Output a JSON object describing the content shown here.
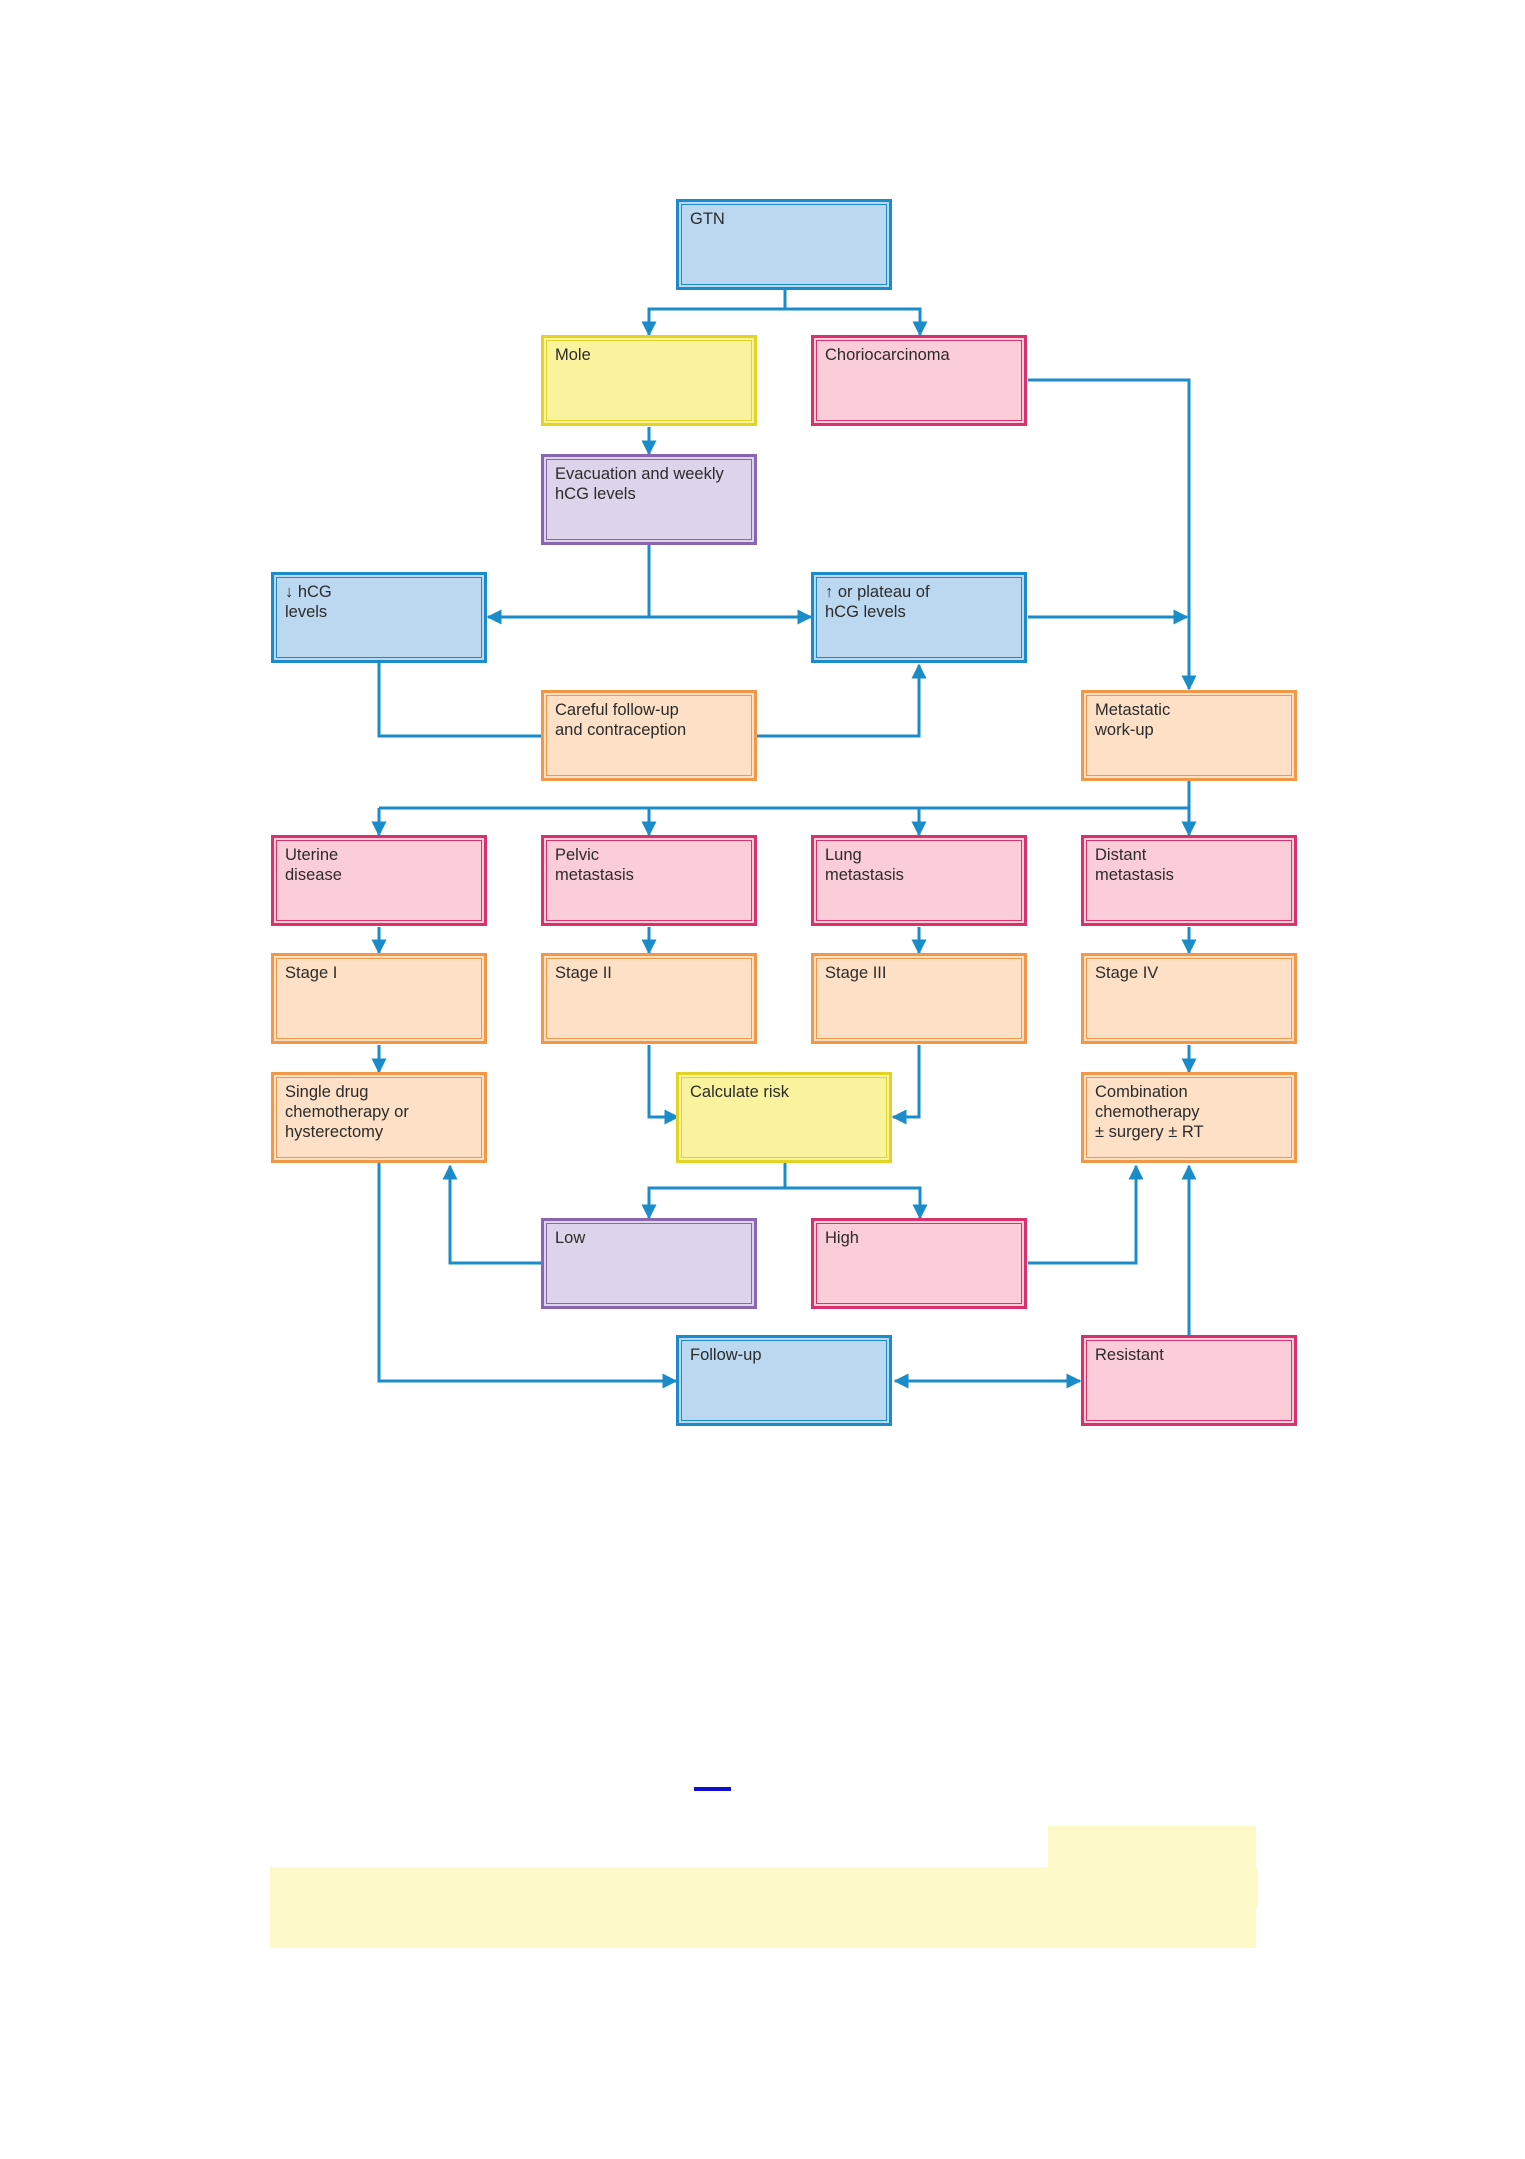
{
  "nodes": {
    "gtn": "GTN",
    "mole": "Mole",
    "choriocarcinoma": "Choriocarcinoma",
    "evacuation": "Evacuation and  weekly\nhCG levels",
    "hcg_down": "↓ hCG\nlevels",
    "hcg_up": "↑ or plateau of\nhCG levels",
    "careful_followup": "Careful follow-up\nand contraception",
    "metastatic_workup": "Metastatic\nwork-up",
    "uterine": "Uterine\ndisease",
    "pelvic": "Pelvic\nmetastasis",
    "lung": "Lung\nmetastasis",
    "distant": "Distant\nmetastasis",
    "stage1": "Stage I",
    "stage2": "Stage II",
    "stage3": "Stage III",
    "stage4": "Stage IV",
    "single_drug": "Single drug\nchemotherapy or\nhysterectomy",
    "calculate_risk": "Calculate risk",
    "combination": "Combination\nchemotherapy\n± surgery ± RT",
    "low": "Low",
    "high": "High",
    "followup": "Follow-up",
    "resistant": "Resistant"
  },
  "colors": {
    "connector": "#1a8cc9",
    "blue": "#bcd8f1",
    "yellow": "#faf39d",
    "pink": "#fbcdd8",
    "purple": "#ddd3ea",
    "orange": "#fde0c6"
  }
}
